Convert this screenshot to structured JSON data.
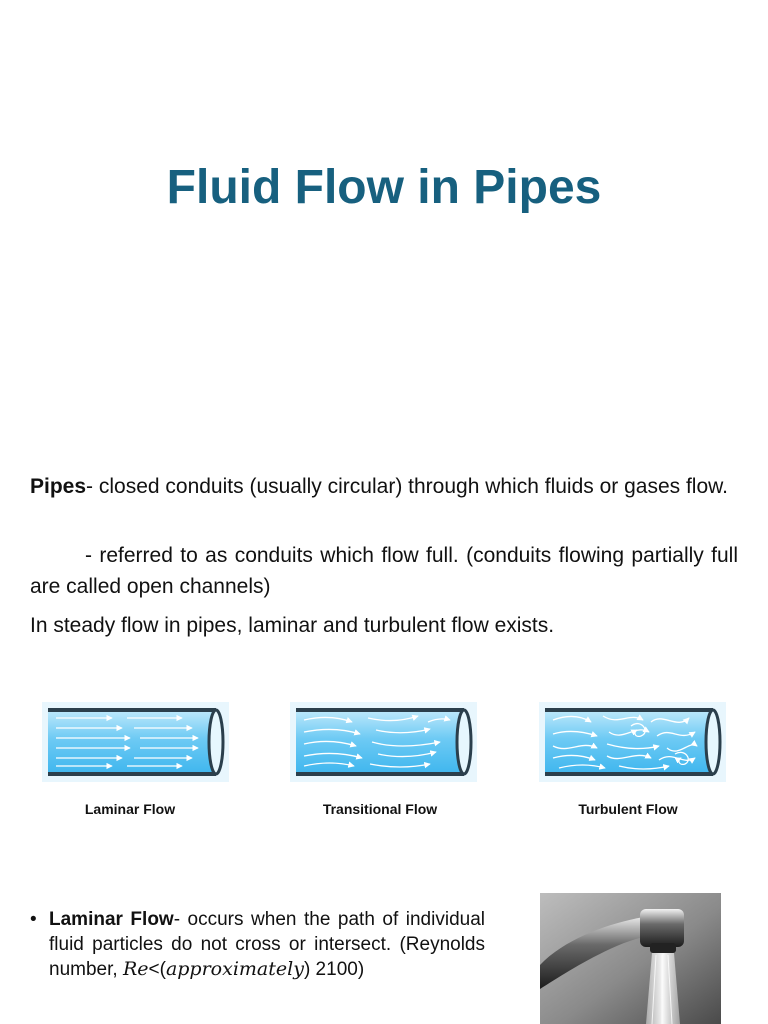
{
  "title": "Fluid Flow in Pipes",
  "intro": {
    "term": "Pipes",
    "definition": "- closed conduits (usually circular) through which fluids or gases flow.",
    "note": "- referred to as conduits which flow full. (conduits flowing partially full are called open channels)",
    "steady_flow": "In steady flow in pipes, laminar and turbulent flow exists."
  },
  "figures": [
    {
      "caption": "Laminar Flow",
      "pattern": "laminar"
    },
    {
      "caption": "Transitional Flow",
      "pattern": "transitional"
    },
    {
      "caption": "Turbulent Flow",
      "pattern": "turbulent"
    }
  ],
  "bullet": {
    "term": "Laminar Flow",
    "text_a": "- occurs when the path of individual fluid particles do not cross or intersect. (Reynolds number, ",
    "math_re": "Re",
    "lt": "<(",
    "math_approx": "approximately",
    "text_b": ") 2100)"
  },
  "colors": {
    "title": "#17607f",
    "pipe_light": "#bfe9fb",
    "pipe_mid": "#3fb6ee",
    "pipe_edge": "#2b3f4c",
    "figure_bg": "#e8f6fd"
  },
  "photo": {
    "icon": "water-faucet-photo"
  }
}
